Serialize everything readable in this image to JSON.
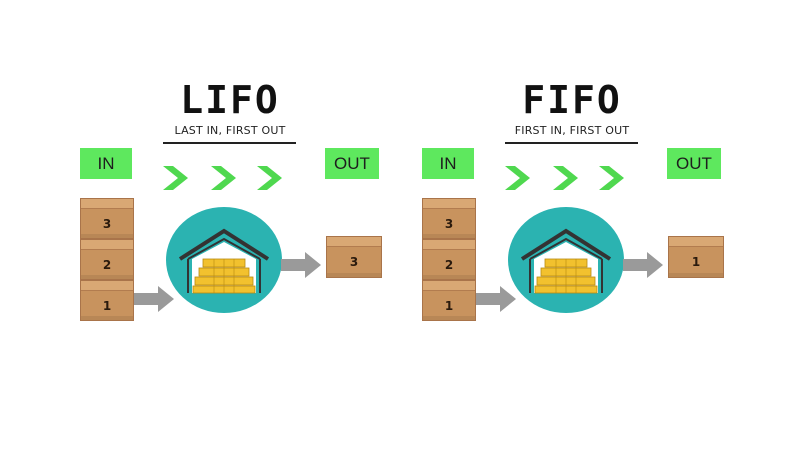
{
  "panels": {
    "lifo": {
      "title": "LIFO",
      "subtitle": "LAST IN, FIRST OUT",
      "in_label": "IN",
      "out_label": "OUT",
      "stack": [
        "3",
        "2",
        "1"
      ],
      "out_box": "3"
    },
    "fifo": {
      "title": "FIFO",
      "subtitle": "FIRST IN, FIRST OUT",
      "in_label": "IN",
      "out_label": "OUT",
      "stack": [
        "3",
        "2",
        "1"
      ],
      "out_box": "1"
    }
  },
  "colors": {
    "tag_green": "#5ee85e",
    "chevron_green": "#4fd84f",
    "warehouse_teal": "#2bb3b1",
    "box_brown": "#c8935e",
    "arrow_grey": "#9a9a9a",
    "gold": "#f2c12e"
  },
  "icons": {
    "chevron": "chevron-right-icon",
    "arrow": "arrow-right-icon",
    "warehouse": "warehouse-icon",
    "box": "cardboard-box-icon"
  }
}
